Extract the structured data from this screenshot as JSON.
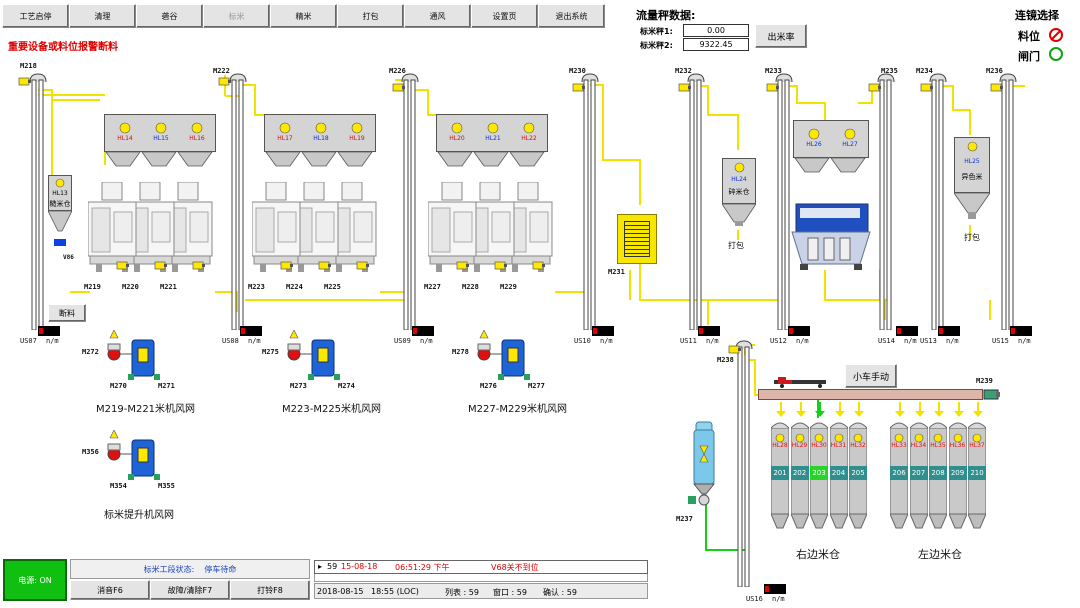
{
  "menu": [
    {
      "label": "工艺启停",
      "disabled": false
    },
    {
      "label": "清理",
      "disabled": false
    },
    {
      "label": "砻谷",
      "disabled": false
    },
    {
      "label": "标米",
      "disabled": true
    },
    {
      "label": "精米",
      "disabled": false
    },
    {
      "label": "打包",
      "disabled": false
    },
    {
      "label": "通风",
      "disabled": false
    },
    {
      "label": "设置页",
      "disabled": false
    },
    {
      "label": "退出系统",
      "disabled": false
    }
  ],
  "alarm_text": "重要设备或料位报警断料",
  "flow": {
    "title": "流量秤数据:",
    "scale1_label": "标米秤1:",
    "scale1_value": "0.00",
    "scale2_label": "标米秤2:",
    "scale2_value": "9322.45",
    "rate_button": "出米率"
  },
  "mirror": {
    "title": "连镜选择",
    "level_label": "料位",
    "gate_label": "闸门"
  },
  "elevators": [
    "M218",
    "M222",
    "M226",
    "M230",
    "M232",
    "M233",
    "M235",
    "M234",
    "M236",
    "M238"
  ],
  "bins_top": {
    "g1": [
      "HL14",
      "HL15",
      "HL16"
    ],
    "g2": [
      "HL17",
      "HL18",
      "HL19"
    ],
    "g3": [
      "HL20",
      "HL21",
      "HL22"
    ],
    "g4": [
      "HL26",
      "HL27"
    ]
  },
  "hl13": {
    "id": "HL13",
    "name": "糙米仓"
  },
  "hl24": {
    "id": "HL24",
    "name": "碎米仓"
  },
  "hl25": {
    "id": "HL25",
    "name": "异色米"
  },
  "v86": "V86",
  "machines": {
    "g1": [
      "M219",
      "M220",
      "M221"
    ],
    "g2": [
      "M223",
      "M224",
      "M225"
    ],
    "g3": [
      "M227",
      "M228",
      "M229"
    ]
  },
  "m231": "M231",
  "pack1": "打包",
  "pack2": "打包",
  "cut_button": "断料",
  "speed_unit": "n/m",
  "speed_sensors": [
    "US07",
    "US08",
    "US09",
    "US10",
    "US11",
    "US12",
    "US14",
    "US13",
    "US15",
    "US16"
  ],
  "fans": [
    {
      "caption": "M219-M221米机风网",
      "m1": "M272",
      "m2": "M270",
      "m3": "M271"
    },
    {
      "caption": "M223-M225米机风网",
      "m1": "M275",
      "m2": "M273",
      "m3": "M274"
    },
    {
      "caption": "M227-M229米机风网",
      "m1": "M278",
      "m2": "M276",
      "m3": "M277"
    },
    {
      "caption": "标米提升机风网",
      "m1": "M356",
      "m2": "M354",
      "m3": "M355"
    }
  ],
  "car_button": "小车手动",
  "m239": "M239",
  "m237": "M237",
  "right_silos": {
    "caption": "右边米仓",
    "hl": [
      "HL28",
      "HL29",
      "HL30",
      "HL31",
      "HL32"
    ],
    "nums": [
      "201",
      "202",
      "203",
      "204",
      "205"
    ],
    "active": "203"
  },
  "left_silos": {
    "caption": "左边米仓",
    "hl": [
      "HL33",
      "HL34",
      "HL35",
      "HL36",
      "HL37"
    ],
    "nums": [
      "206",
      "207",
      "208",
      "209",
      "210"
    ]
  },
  "power": "电源: ON",
  "work_status_label": "标米工段状态:",
  "work_status_value": "停车待命",
  "bottom_buttons": [
    "消音F6",
    "故障/清除F7",
    "打铃F8"
  ],
  "event": {
    "num": "59",
    "date": "15-08-18",
    "time": "06:51:29 下午",
    "msg": "V68关不到位"
  },
  "statusbar": {
    "date": "2018-08-15",
    "time": "18:55 (LOC)",
    "list": "列表 : 59",
    "window": "窗口 : 59",
    "confirm": "确认 : 59"
  },
  "colors": {
    "pipe": "#f6e600",
    "alarm": "#e00000",
    "lamp": "#ffe800",
    "silo_num": "#2f8f8f",
    "silo_num_active": "#27d427",
    "power_bg": "#10c010"
  }
}
